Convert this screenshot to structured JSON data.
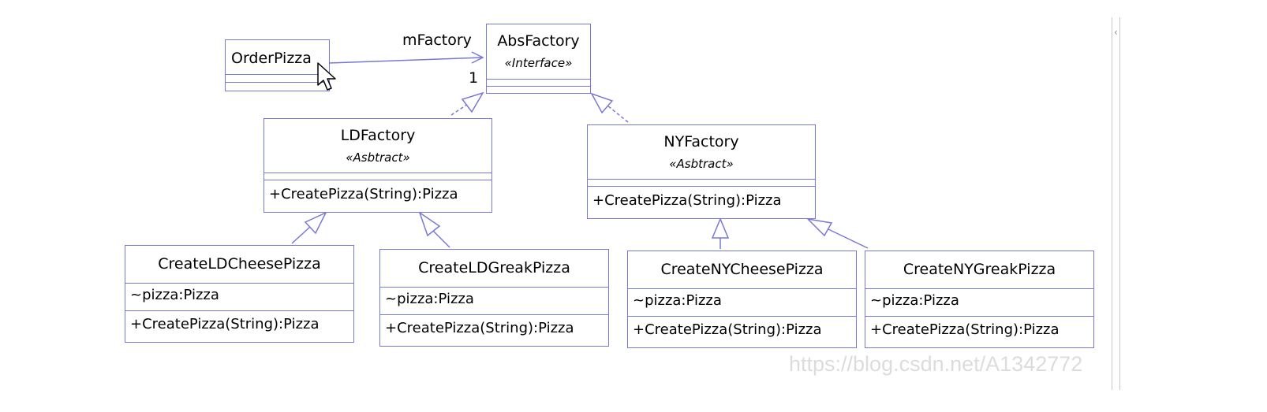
{
  "diagram": {
    "classes": {
      "order_pizza": {
        "name": "OrderPizza",
        "stereotype": "",
        "attributes": [],
        "methods": []
      },
      "abs_factory": {
        "name": "AbsFactory",
        "stereotype": "«Interface»",
        "attributes": [],
        "methods": []
      },
      "ld_factory": {
        "name": "LDFactory",
        "stereotype": "«Asbtract»",
        "methods": [
          "+CreatePizza(String):Pizza"
        ]
      },
      "ny_factory": {
        "name": "NYFactory",
        "stereotype": "«Asbtract»",
        "methods": [
          "+CreatePizza(String):Pizza"
        ]
      },
      "create_ld_cheese": {
        "name": "CreateLDCheesePizza",
        "attributes": [
          "~pizza:Pizza"
        ],
        "methods": [
          "+CreatePizza(String):Pizza"
        ]
      },
      "create_ld_greak": {
        "name": "CreateLDGreakPizza",
        "attributes": [
          "~pizza:Pizza"
        ],
        "methods": [
          "+CreatePizza(String):Pizza"
        ]
      },
      "create_ny_cheese": {
        "name": "CreateNYCheesePizza",
        "attributes": [
          "~pizza:Pizza"
        ],
        "methods": [
          "+CreatePizza(String):Pizza"
        ]
      },
      "create_ny_greak": {
        "name": "CreateNYGreakPizza",
        "attributes": [
          "~pizza:Pizza"
        ],
        "methods": [
          "+CreatePizza(String):Pizza"
        ]
      }
    },
    "association": {
      "role": "mFactory",
      "multiplicity": "1"
    },
    "line_color": "#7878d6"
  },
  "watermark": "https://blog.csdn.net/A1342772"
}
